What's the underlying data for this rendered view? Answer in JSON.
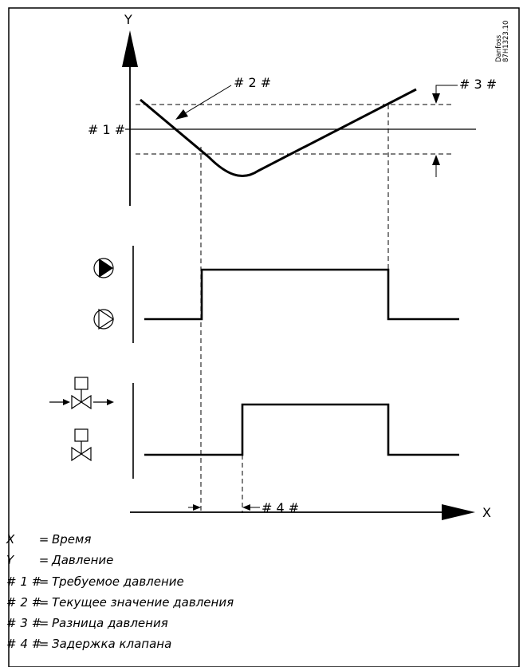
{
  "diagram": {
    "axis_y": "Y",
    "axis_x": "X",
    "mark_1": "# 1 #",
    "mark_2": "# 2 #",
    "mark_3": "# 3 #",
    "mark_4": "# 4 #",
    "doc_ref_line1": "Danfoss",
    "doc_ref_line2": "87H1323.10",
    "icons": [
      "pump-on-icon",
      "pump-off-icon",
      "valve-open-icon",
      "valve-closed-icon"
    ]
  },
  "legend": [
    {
      "key": "X",
      "eq": "=",
      "text": "Время"
    },
    {
      "key": "Y",
      "eq": "=",
      "text": "Давление"
    },
    {
      "key": "# 1 #",
      "eq": "=",
      "text": "Требуемое давление"
    },
    {
      "key": "# 2 #",
      "eq": "=",
      "text": "Текущее значение давления"
    },
    {
      "key": "# 3 #",
      "eq": "=",
      "text": "Разница давления"
    },
    {
      "key": "# 4 #",
      "eq": "=",
      "text": "Задержка клапана"
    }
  ]
}
